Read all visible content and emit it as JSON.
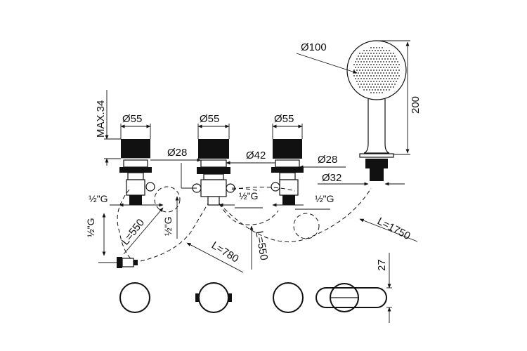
{
  "dimensions": {
    "head_dia": "Ø100",
    "handle_dia_1": "Ø55",
    "handle_dia_2": "Ø55",
    "handle_dia_3": "Ø55",
    "max_height": "MAX.34",
    "shower_height": "200",
    "body_dia_1": "Ø28",
    "body_dia_2": "Ø42",
    "body_dia_3": "Ø28",
    "holder_dia": "Ø32",
    "thread_1": "½\"G",
    "thread_2": "½\"G",
    "thread_3": "½\"G",
    "thread_4": "½\"G",
    "thread_5": "½\"G",
    "hose_1": "L=550",
    "hose_2": "L=780",
    "hose_3": "L=550",
    "hose_4": "L=1750",
    "spout_height": "27"
  },
  "colors": {
    "line": "#111111",
    "background": "#ffffff"
  }
}
